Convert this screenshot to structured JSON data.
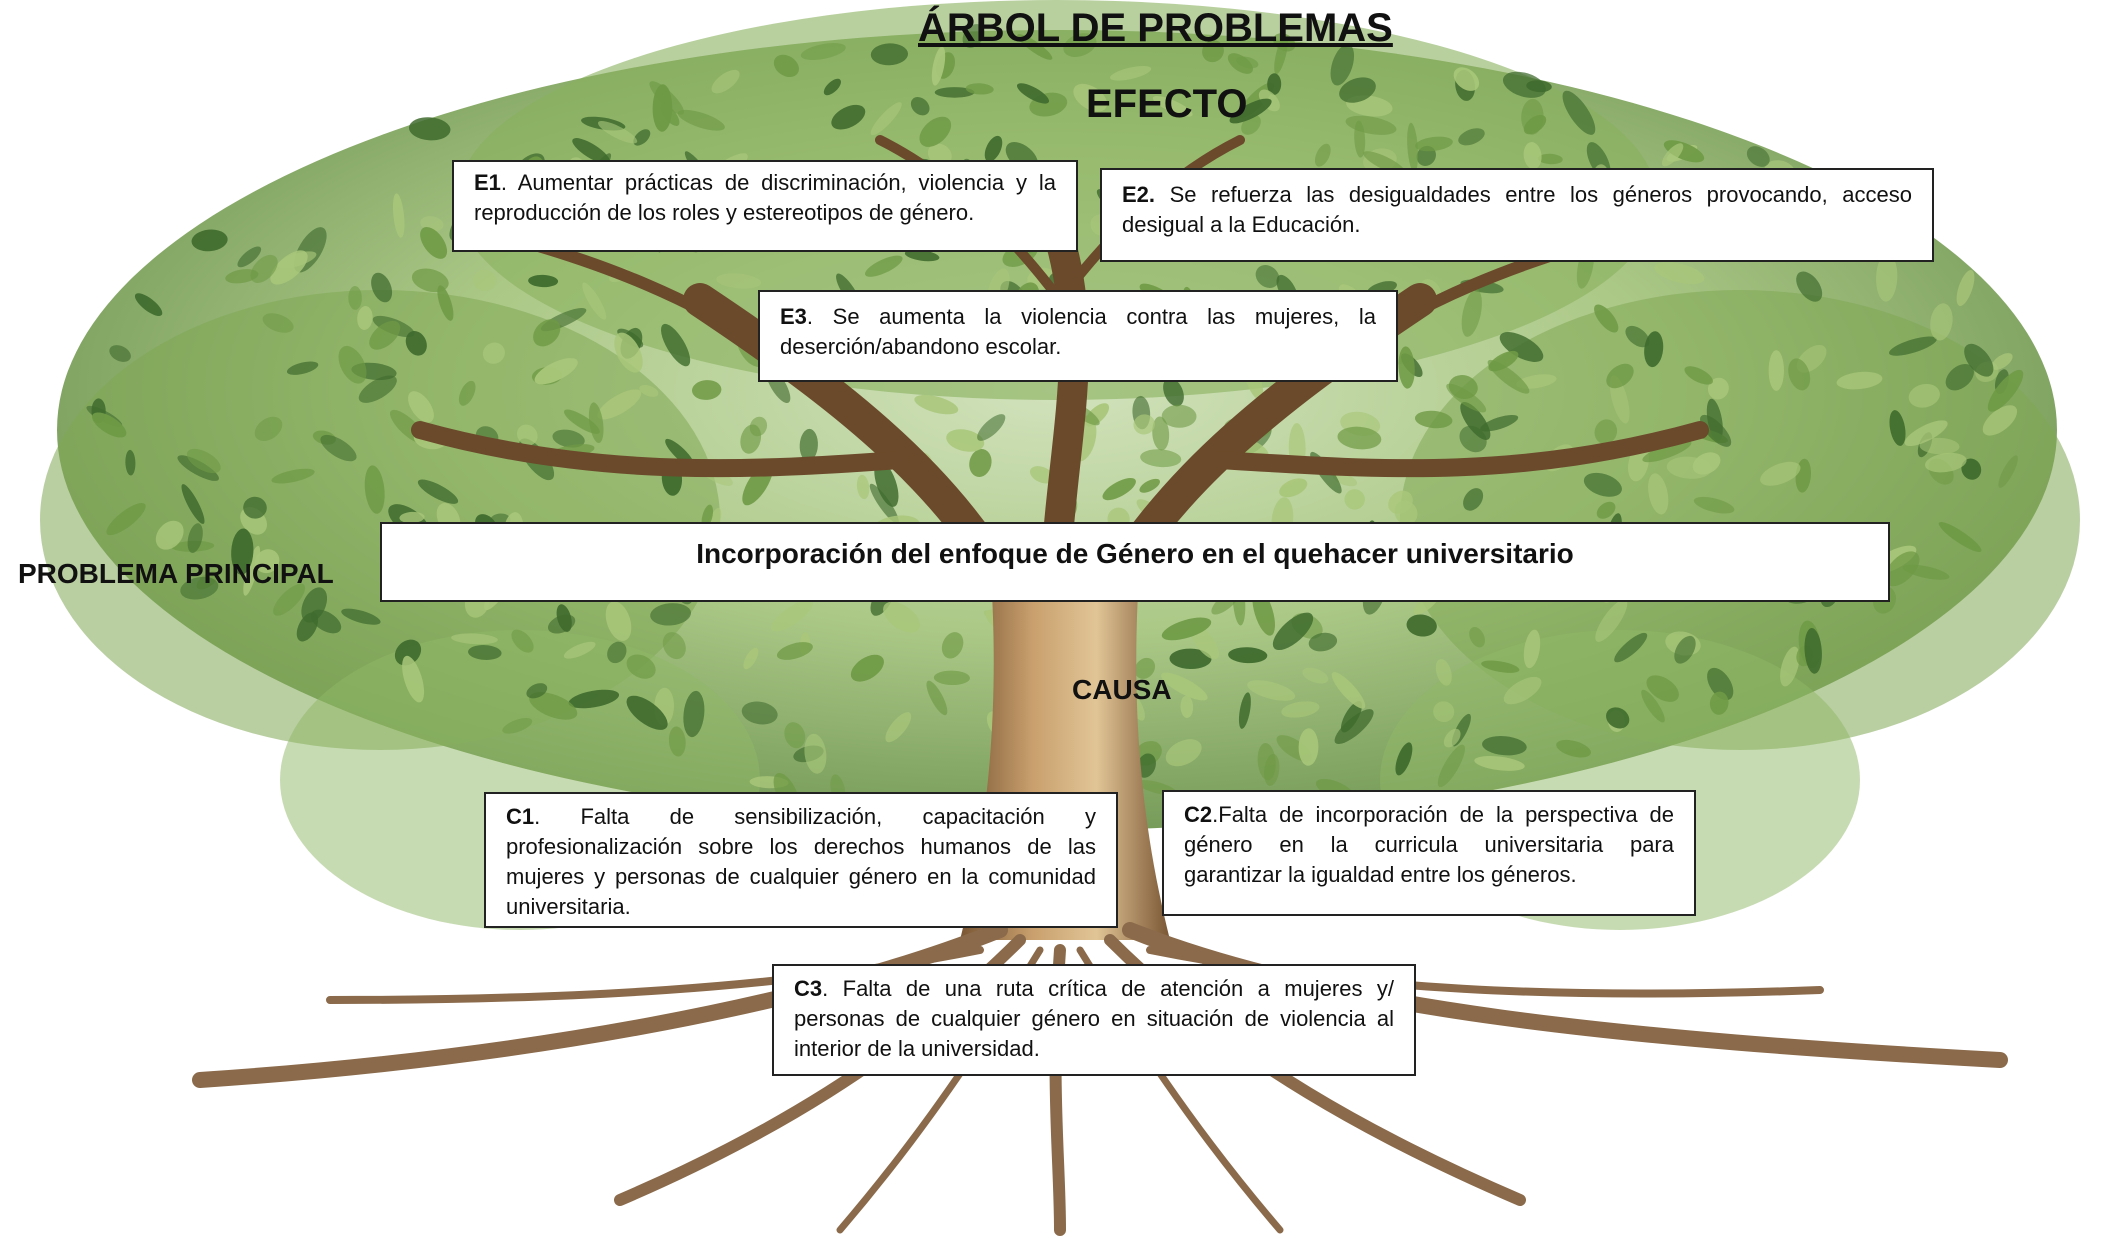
{
  "title": "ÁRBOL DE PROBLEMAS",
  "effect_heading": "EFECTO",
  "cause_heading": "CAUSA",
  "main_problem_label": "PROBLEMA PRINCIPAL",
  "main_problem": "Incorporación del enfoque de Género en el quehacer universitario",
  "effects": [
    {
      "code": "E1",
      "sep": ". ",
      "text": "Aumentar prácticas de discriminación, violencia y la reproducción de los roles y estereotipos de género."
    },
    {
      "code": "E2.",
      "sep": " ",
      "text": "Se refuerza las desigualdades entre los géneros provocando, acceso desigual a la Educación."
    },
    {
      "code": "E3",
      "sep": ". ",
      "text": "Se aumenta la violencia contra las mujeres, la deserción/abandono escolar."
    }
  ],
  "causes": [
    {
      "code": "C1",
      "sep": ". ",
      "text": "Falta de sensibilización, capacitación y profesionalización sobre los derechos humanos de las mujeres y personas de cualquier género en la comunidad universitaria."
    },
    {
      "code": "C2",
      "sep": ".",
      "text": "Falta de incorporación de la perspectiva de género en la curricula universitaria para garantizar la igualdad entre los géneros."
    },
    {
      "code": "C3",
      "sep": ". ",
      "text": "Falta de una ruta crítica de atención a mujeres y/ personas de cualquier género en situación de violencia al interior de la universidad."
    }
  ],
  "colors": {
    "leaf_dark": "#3f6b2e",
    "leaf_mid": "#6f9a45",
    "leaf_light": "#a9c77a",
    "trunk": "#b58d5e",
    "trunk_dark": "#6b4a2b",
    "root": "#8a6a4a"
  }
}
